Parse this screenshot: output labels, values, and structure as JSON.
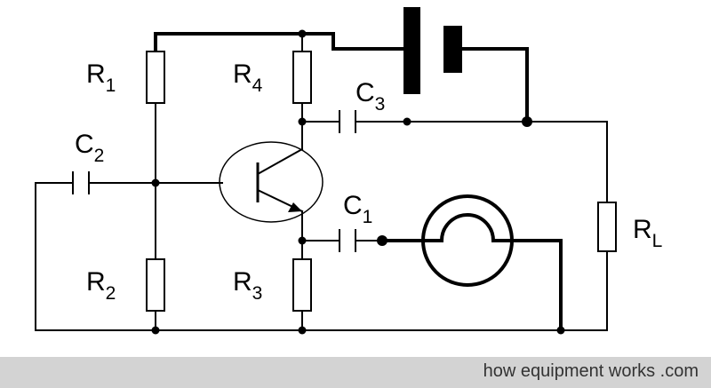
{
  "diagram": {
    "labels": {
      "r1": {
        "letter": "R",
        "sub": "1"
      },
      "r2": {
        "letter": "R",
        "sub": "2"
      },
      "r3": {
        "letter": "R",
        "sub": "3"
      },
      "r4": {
        "letter": "R",
        "sub": "4"
      },
      "rl": {
        "letter": "R",
        "sub": "L"
      },
      "c1": {
        "letter": "C",
        "sub": "1"
      },
      "c2": {
        "letter": "C",
        "sub": "2"
      },
      "c3": {
        "letter": "C",
        "sub": "3"
      }
    }
  },
  "footer": {
    "credit": "how equipment works .com",
    "background": "#d3d3d3"
  }
}
